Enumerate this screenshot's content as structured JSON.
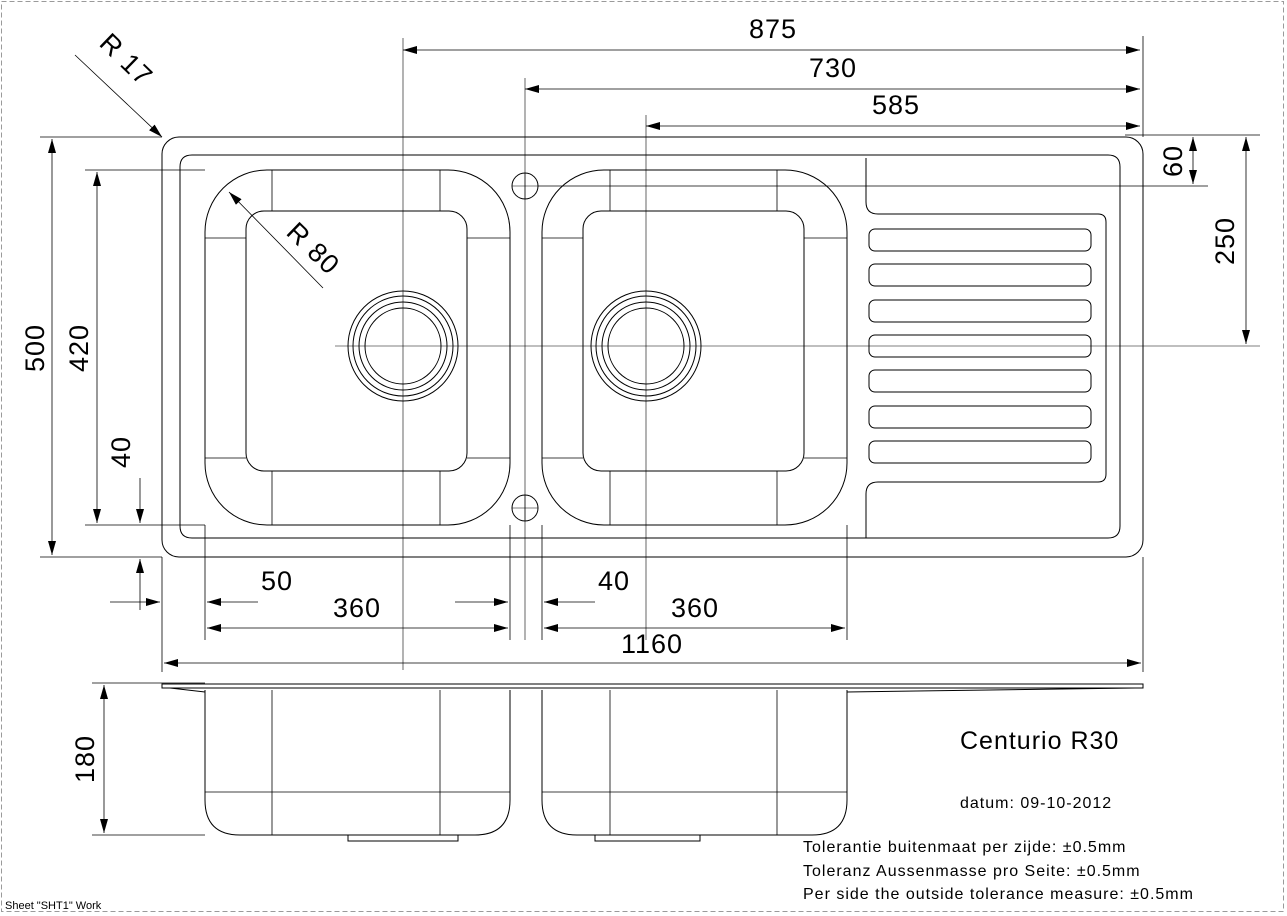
{
  "title": "Centurio R30",
  "date_label": "datum: 09-10-2012",
  "tolerance_notes": [
    "Tolerantie buitenmaat per zijde: ±0.5mm",
    "Toleranz Aussenmasse pro Seite: ±0.5mm",
    "Per side the outside tolerance measure: ±0.5mm"
  ],
  "sheet_label": "Sheet \"SHT1\" Work",
  "dimensions": {
    "top_875": "875",
    "top_730": "730",
    "top_585": "585",
    "right_60": "60",
    "right_250": "250",
    "left_500": "500",
    "left_420": "420",
    "left_40": "40",
    "bottom_50": "50",
    "bottom_360_left": "360",
    "bottom_40": "40",
    "bottom_360_right": "360",
    "bottom_1160": "1160",
    "depth_180": "180",
    "corner_radius": "R 17",
    "bowl_radius": "R 80"
  },
  "colors": {
    "line": "#000000",
    "background": "#ffffff",
    "border": "#9a9a9a"
  }
}
